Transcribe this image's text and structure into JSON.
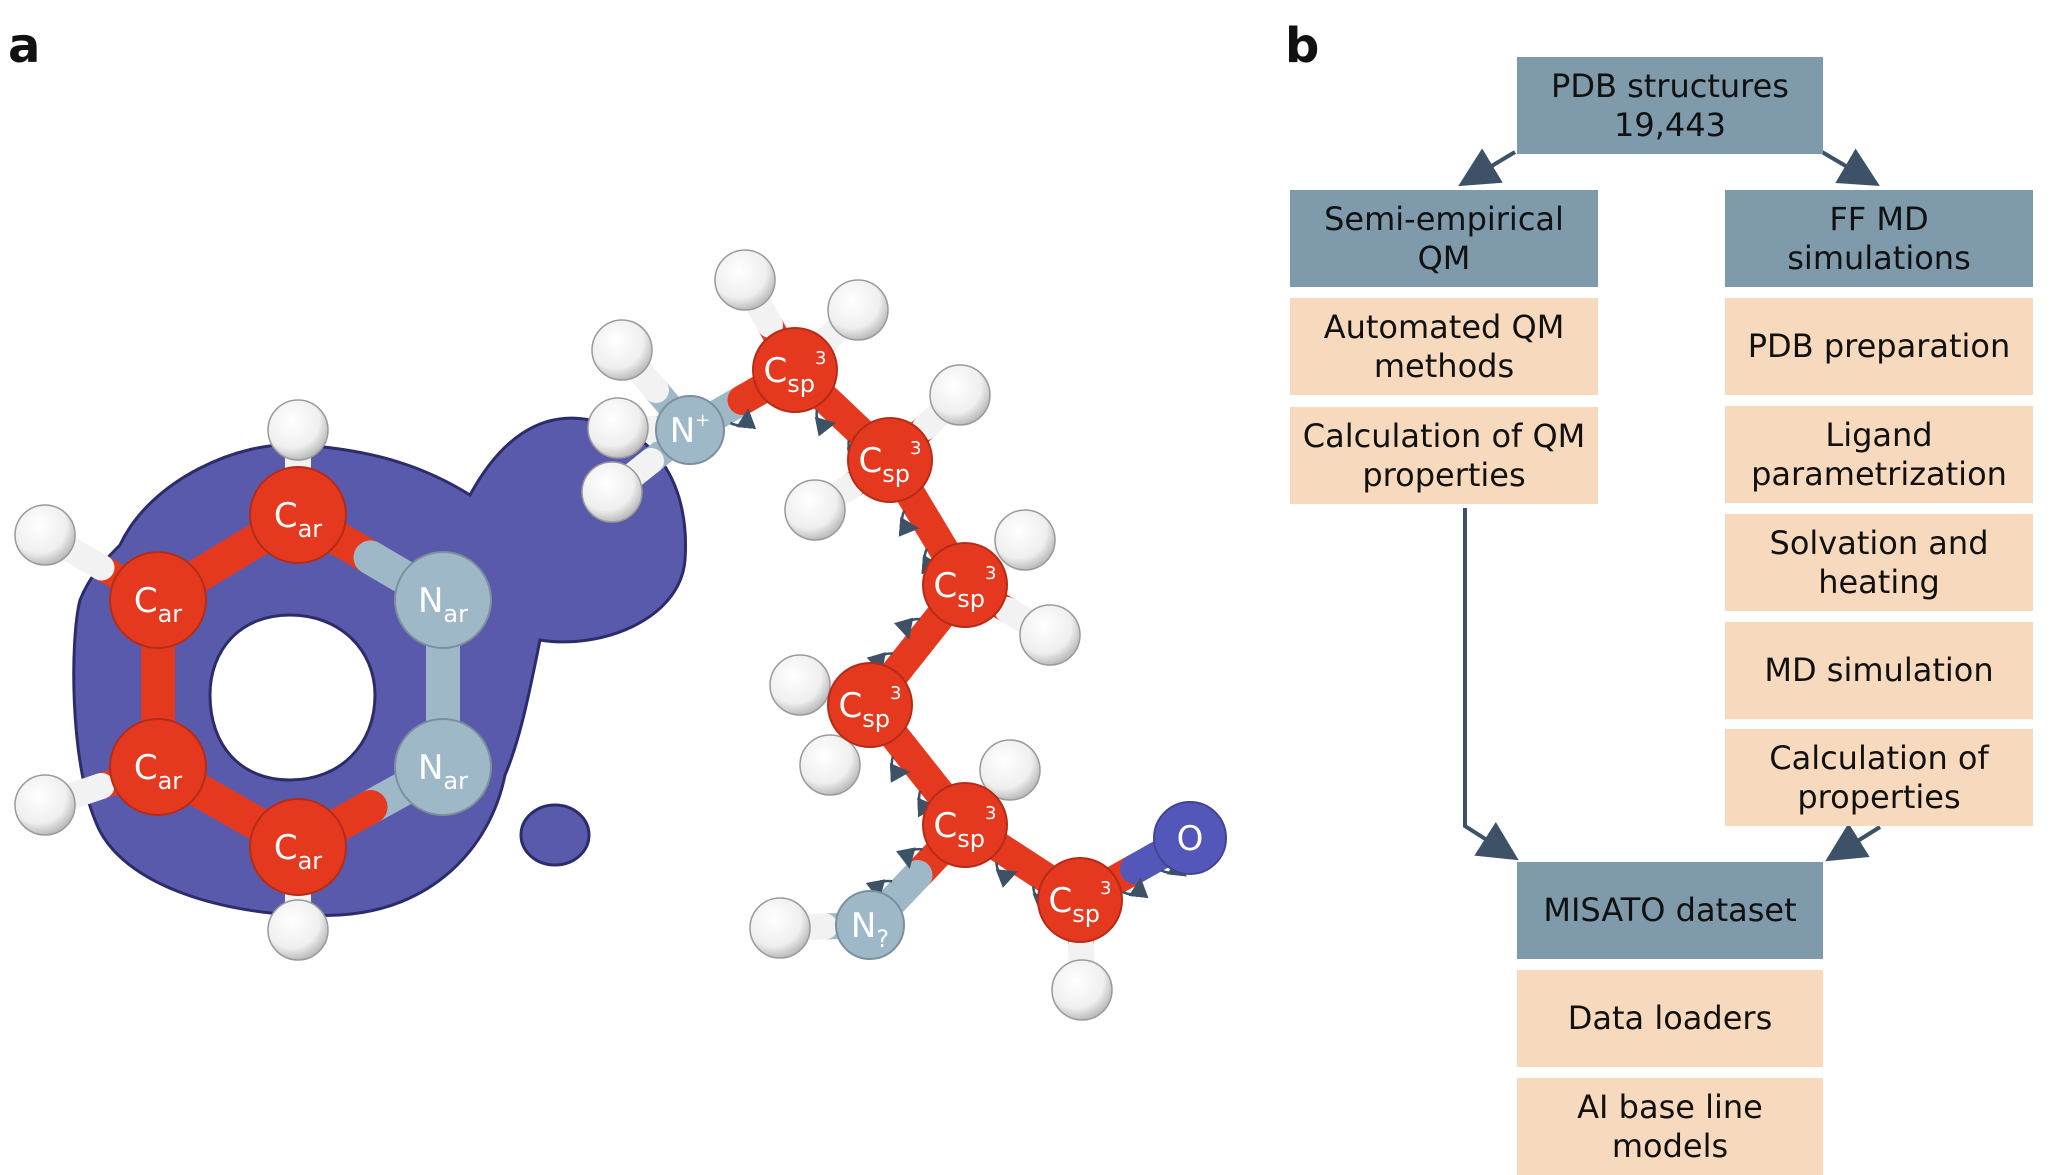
{
  "panels": {
    "a": "a",
    "b": "b"
  },
  "molecule": {
    "ring_atoms": [
      {
        "element": "C",
        "sub": "ar",
        "color": "#e5391f"
      },
      {
        "element": "C",
        "sub": "ar",
        "color": "#e5391f"
      },
      {
        "element": "N",
        "sub": "ar",
        "color": "#9eb8c8"
      },
      {
        "element": "N",
        "sub": "ar",
        "color": "#9eb8c8"
      },
      {
        "element": "C",
        "sub": "ar",
        "color": "#e5391f"
      },
      {
        "element": "C",
        "sub": "ar",
        "color": "#e5391f"
      }
    ],
    "chain_atoms": [
      {
        "element": "N",
        "sup": "+",
        "color": "#9eb8c8"
      },
      {
        "element": "C",
        "sub": "sp",
        "sup": "3",
        "color": "#e5391f"
      },
      {
        "element": "C",
        "sub": "sp",
        "sup": "3",
        "color": "#e5391f"
      },
      {
        "element": "C",
        "sub": "sp",
        "sup": "3",
        "color": "#e5391f"
      },
      {
        "element": "C",
        "sub": "sp",
        "sup": "3",
        "color": "#e5391f"
      },
      {
        "element": "C",
        "sub": "sp",
        "sup": "3",
        "color": "#e5391f"
      },
      {
        "element": "N",
        "sub": "?",
        "color": "#9eb8c8"
      },
      {
        "element": "C",
        "sub": "sp",
        "sup": "3",
        "color": "#e5391f"
      },
      {
        "element": "O",
        "color": "#5457ba"
      }
    ],
    "surface_color": "#5a5aac"
  },
  "flowchart": {
    "top": {
      "lines": [
        "PDB structures",
        "19,443"
      ]
    },
    "left_header": {
      "lines": [
        "Semi-empirical",
        "QM"
      ]
    },
    "left_steps": [
      {
        "lines": [
          "Automated QM",
          "methods"
        ]
      },
      {
        "lines": [
          "Calculation of QM",
          "properties"
        ]
      }
    ],
    "right_header": {
      "lines": [
        "FF MD",
        "simulations"
      ]
    },
    "right_steps": [
      {
        "lines": [
          "PDB preparation"
        ]
      },
      {
        "lines": [
          "Ligand",
          "parametrization"
        ]
      },
      {
        "lines": [
          "Solvation and",
          "heating"
        ]
      },
      {
        "lines": [
          "MD simulation"
        ]
      },
      {
        "lines": [
          "Calculation of",
          "properties"
        ]
      }
    ],
    "dataset": {
      "lines": [
        "MISATO dataset"
      ]
    },
    "bottom_steps": [
      {
        "lines": [
          "Data loaders"
        ]
      },
      {
        "lines": [
          "AI base line",
          "models"
        ]
      }
    ],
    "colors": {
      "header": "#7e9aab",
      "step": "#f7d9bd",
      "arrow": "#3d5266"
    }
  }
}
